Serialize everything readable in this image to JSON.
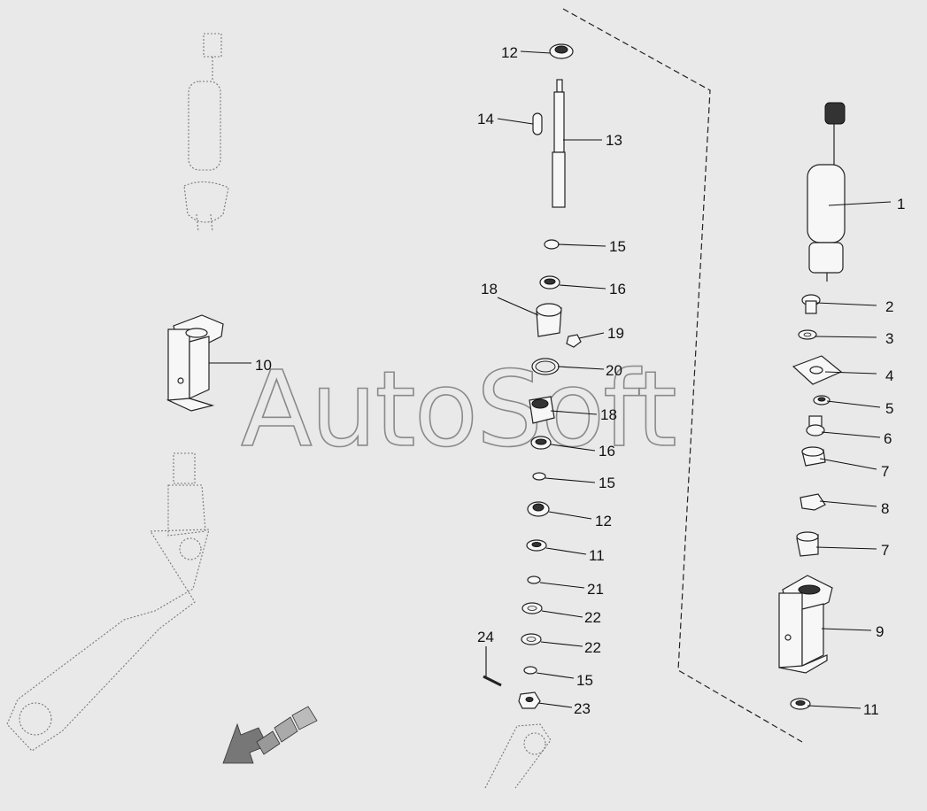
{
  "watermark": "AutoSoft",
  "callouts": [
    {
      "id": "c12a",
      "text": "12"
    },
    {
      "id": "c14",
      "text": "14"
    },
    {
      "id": "c13",
      "text": "13"
    },
    {
      "id": "c15a",
      "text": "15"
    },
    {
      "id": "c18a",
      "text": "18"
    },
    {
      "id": "c16a",
      "text": "16"
    },
    {
      "id": "c19",
      "text": "19"
    },
    {
      "id": "c20",
      "text": "20"
    },
    {
      "id": "c18b",
      "text": "18"
    },
    {
      "id": "c16b",
      "text": "16"
    },
    {
      "id": "c15b",
      "text": "15"
    },
    {
      "id": "c12b",
      "text": "12"
    },
    {
      "id": "c11a",
      "text": "11"
    },
    {
      "id": "c21",
      "text": "21"
    },
    {
      "id": "c22a",
      "text": "22"
    },
    {
      "id": "c22b",
      "text": "22"
    },
    {
      "id": "c24",
      "text": "24"
    },
    {
      "id": "c15c",
      "text": "15"
    },
    {
      "id": "c23",
      "text": "23"
    },
    {
      "id": "c10",
      "text": "10"
    },
    {
      "id": "c1",
      "text": "1"
    },
    {
      "id": "c2",
      "text": "2"
    },
    {
      "id": "c3",
      "text": "3"
    },
    {
      "id": "c4",
      "text": "4"
    },
    {
      "id": "c5",
      "text": "5"
    },
    {
      "id": "c6",
      "text": "6"
    },
    {
      "id": "c7a",
      "text": "7"
    },
    {
      "id": "c8",
      "text": "8"
    },
    {
      "id": "c7b",
      "text": "7"
    },
    {
      "id": "c9",
      "text": "9"
    },
    {
      "id": "c11b",
      "text": "11"
    }
  ]
}
